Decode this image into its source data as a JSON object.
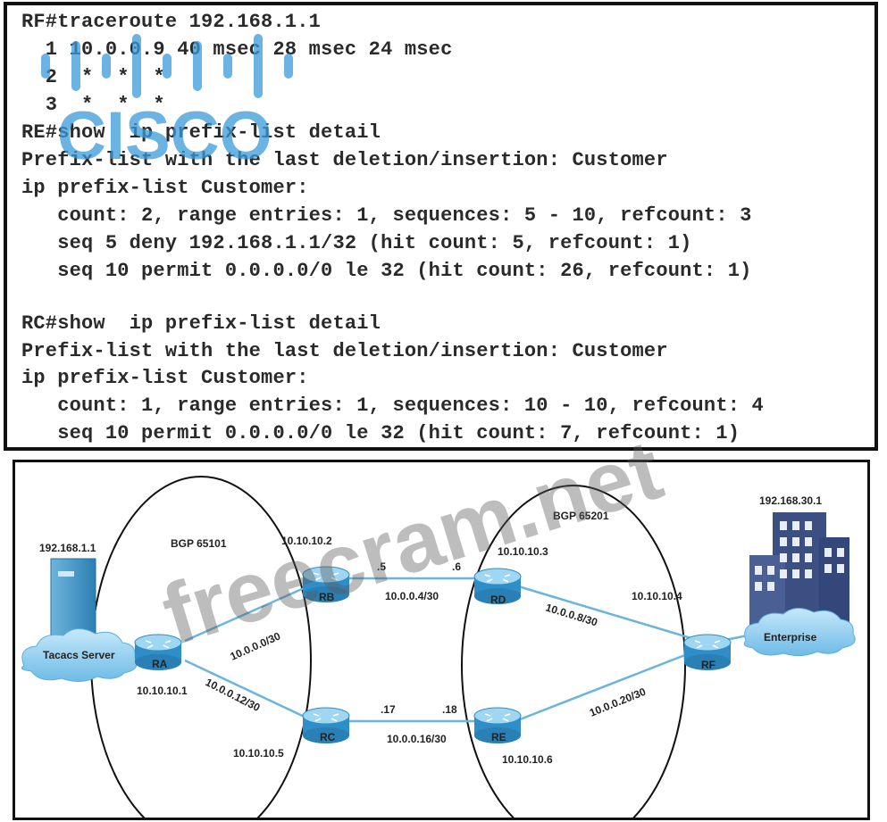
{
  "cli_output": {
    "lines": [
      "RF#traceroute 192.168.1.1",
      "  1 10.0.0.9 40 msec 28 msec 24 msec",
      "  2  *  *  *",
      "  3  *  *  *",
      "RE#show  ip prefix-list detail",
      "Prefix-list with the last deletion/insertion: Customer",
      "ip prefix-list Customer:",
      "   count: 2, range entries: 1, sequences: 5 - 10, refcount: 3",
      "   seq 5 deny 192.168.1.1/32 (hit count: 5, refcount: 1)",
      "   seq 10 permit 0.0.0.0/0 le 32 (hit count: 26, refcount: 1)",
      "",
      "RC#show  ip prefix-list detail",
      "Prefix-list with the last deletion/insertion: Customer",
      "ip prefix-list Customer:",
      "   count: 1, range entries: 1, sequences: 10 - 10, refcount: 4",
      "   seq 10 permit 0.0.0.0/0 le 32 (hit count: 7, refcount: 1)"
    ]
  },
  "watermark": {
    "text": "freecram.net",
    "logo_text": "CISCO"
  },
  "topology": {
    "as_left": "BGP 65101",
    "as_right": "BGP 65201",
    "routers": {
      "RA": {
        "name": "RA",
        "ip": "10.10.10.1"
      },
      "RB": {
        "name": "RB",
        "ip": "10.10.10.2"
      },
      "RC": {
        "name": "RC",
        "ip": "10.10.10.5"
      },
      "RD": {
        "name": "RD",
        "ip": "10.10.10.3"
      },
      "RE": {
        "name": "RE",
        "ip": "10.10.10.6"
      },
      "RF": {
        "name": "RF",
        "ip": "10.10.10.4"
      }
    },
    "links": {
      "ra_rb": "10.0.0.0/30",
      "ra_rc": "10.0.0.12/30",
      "rb_rd": "10.0.0.4/30",
      "rb_rd_left_host": ".5",
      "rb_rd_right_host": ".6",
      "rc_re": "10.0.0.16/30",
      "rc_re_left_host": ".17",
      "rc_re_right_host": ".18",
      "rd_rf": "10.0.0.8/30",
      "re_rf": "10.0.0.20/30"
    },
    "tacacs": {
      "label": "Tacacs Server",
      "ip": "192.168.1.1"
    },
    "enterprise": {
      "label": "Enterprise",
      "ip": "192.168.30.1"
    }
  },
  "colors": {
    "router_top": "#8fd0f0",
    "router_body": "#2f8ec7",
    "cloud": "#9cd4f2",
    "link": "#6ab4de",
    "building": "#3b4f82",
    "cisco_blue": "#3a9ad9"
  }
}
